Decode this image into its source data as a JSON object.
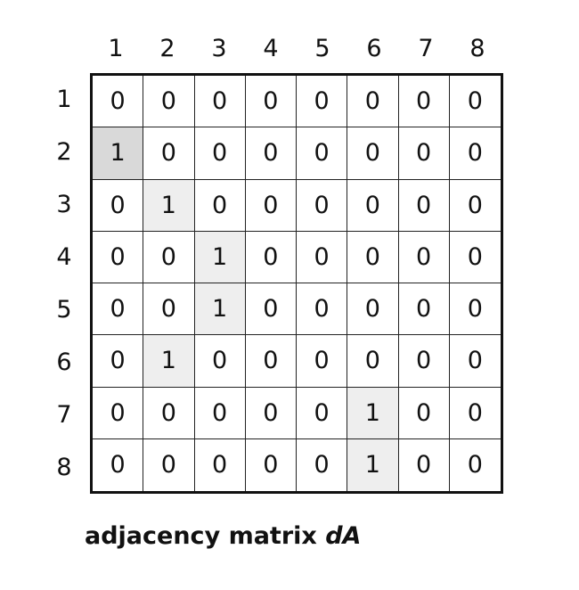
{
  "col_labels": [
    "1",
    "2",
    "3",
    "4",
    "5",
    "6",
    "7",
    "8"
  ],
  "row_labels": [
    "1",
    "2",
    "3",
    "4",
    "5",
    "6",
    "7",
    "8"
  ],
  "matrix": [
    [
      "0",
      "0",
      "0",
      "0",
      "0",
      "0",
      "0",
      "0"
    ],
    [
      "1",
      "0",
      "0",
      "0",
      "0",
      "0",
      "0",
      "0"
    ],
    [
      "0",
      "1",
      "0",
      "0",
      "0",
      "0",
      "0",
      "0"
    ],
    [
      "0",
      "0",
      "1",
      "0",
      "0",
      "0",
      "0",
      "0"
    ],
    [
      "0",
      "0",
      "1",
      "0",
      "0",
      "0",
      "0",
      "0"
    ],
    [
      "0",
      "1",
      "0",
      "0",
      "0",
      "0",
      "0",
      "0"
    ],
    [
      "0",
      "0",
      "0",
      "0",
      "0",
      "1",
      "0",
      "0"
    ],
    [
      "0",
      "0",
      "0",
      "0",
      "0",
      "1",
      "0",
      "0"
    ]
  ],
  "highlights": [
    {
      "row": 1,
      "col": 0,
      "color": "#d9d9d9"
    },
    {
      "row": 2,
      "col": 1,
      "color": "#eeeeee"
    },
    {
      "row": 3,
      "col": 2,
      "color": "#eeeeee"
    },
    {
      "row": 4,
      "col": 2,
      "color": "#eeeeee"
    },
    {
      "row": 5,
      "col": 1,
      "color": "#eeeeee"
    },
    {
      "row": 6,
      "col": 5,
      "color": "#eeeeee"
    },
    {
      "row": 7,
      "col": 5,
      "color": "#eeeeee"
    }
  ],
  "caption": {
    "text": "adjacency matrix ",
    "variable": "dA"
  }
}
